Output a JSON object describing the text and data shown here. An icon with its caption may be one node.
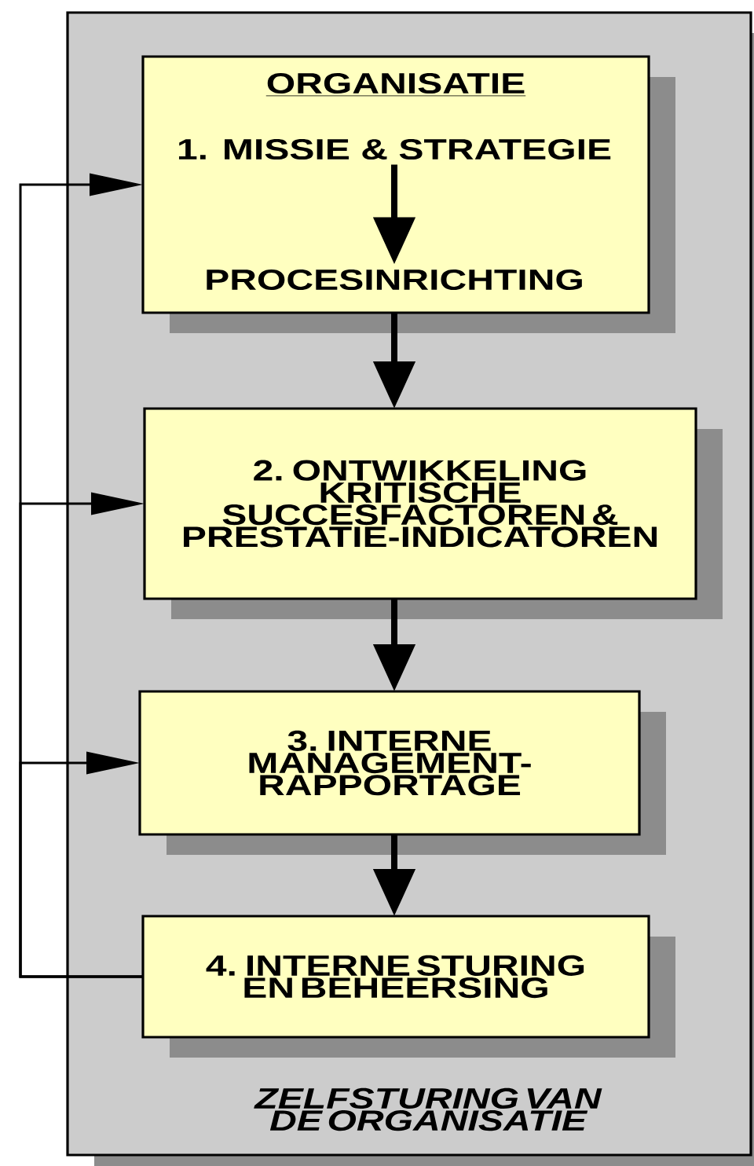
{
  "diagram": {
    "nodes": [
      {
        "text": [
          "ZELFSTURING VAN DE ORGANISATIE"
        ]
      },
      {
        "text": [
          "ORGANISATIE"
        ],
        "in": 0
      },
      {
        "text": [
          "1. MISSIE & STRATEGIE"
        ],
        "in": 1
      },
      {
        "text": [
          "PROCESINRICHTING"
        ],
        "in": 1
      },
      {
        "text": [
          "2. ONTWIKKELING KRITISCHE SUCCESFACTOREN & PRESTATIE-INDICATOREN"
        ],
        "in": 0
      },
      {
        "text": [
          "3. INTERNE MANAGEMENT-RAPPORTAGE"
        ],
        "in": 0
      },
      {
        "text": [
          "4. INTERNE STURING EN BEHEERSING"
        ],
        "in": 0
      }
    ],
    "edges": [
      {
        "from": 2,
        "to": 3,
        "arrow": "to"
      },
      {
        "from": 1,
        "to": 4,
        "arrow": "to"
      },
      {
        "from": 4,
        "to": 5,
        "arrow": "to"
      },
      {
        "from": 5,
        "to": 6,
        "arrow": "to"
      },
      {
        "from": 6,
        "to": 1,
        "arrow": "to"
      },
      {
        "from": 6,
        "to": 4,
        "arrow": "to"
      },
      {
        "from": 6,
        "to": 5,
        "arrow": "to"
      }
    ]
  }
}
